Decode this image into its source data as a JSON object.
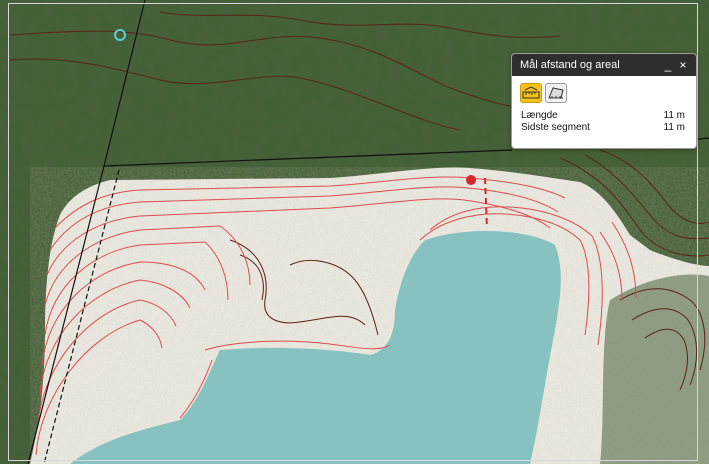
{
  "measure_panel": {
    "title": "Mål afstand og areal",
    "minimize_label": "_",
    "close_label": "×",
    "tools": [
      {
        "name": "distance-tool-icon",
        "active": true
      },
      {
        "name": "area-tool-icon",
        "active": false
      }
    ],
    "results": [
      {
        "label": "Længde",
        "value": "11 m"
      },
      {
        "label": "Sidste segment",
        "value": "11 m"
      }
    ]
  },
  "map": {
    "colors": {
      "forest": "#47603a",
      "sand": "#ecebe3",
      "water": "#87c2c0",
      "contour_dark": "#5a2318",
      "contour_red": "#de4d4d",
      "boundary": "#111111",
      "measure_line": "#d8262b",
      "marker_cyan": "#5ecfcf"
    }
  }
}
